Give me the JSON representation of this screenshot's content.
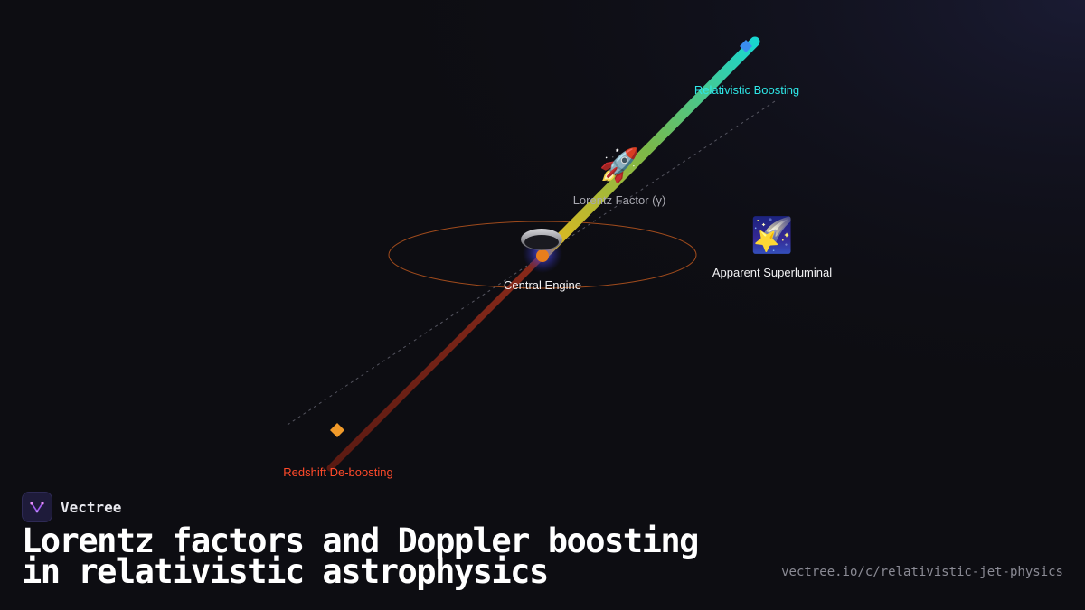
{
  "diagram": {
    "labels": {
      "relativistic_boosting": "Relativistic Boosting",
      "lorentz_factor": "Lorentz Factor (γ)",
      "central_engine": "Central Engine",
      "apparent_superluminal": "Apparent Superluminal",
      "redshift_deboosting": "Redshift De-boosting"
    },
    "icons": {
      "lorentz_factor": "rocket-icon",
      "apparent_superluminal": "shooting-star-icon",
      "central_engine": "accretion-disk-icon",
      "approaching_blob": "blue-diamond-icon",
      "receding_blob": "orange-diamond-icon"
    },
    "colors": {
      "approaching": "#2ee6e6",
      "receding": "#ff4a2a",
      "disk_ring": "#b8561e",
      "engine_core": "#e87e1c",
      "glow": "#4a48ff"
    }
  },
  "brand": {
    "name": "Vectree"
  },
  "title": {
    "line1": "Lorentz factors and Doppler boosting",
    "line2": "in relativistic astrophysics"
  },
  "url": "vectree.io/c/relativistic-jet-physics"
}
